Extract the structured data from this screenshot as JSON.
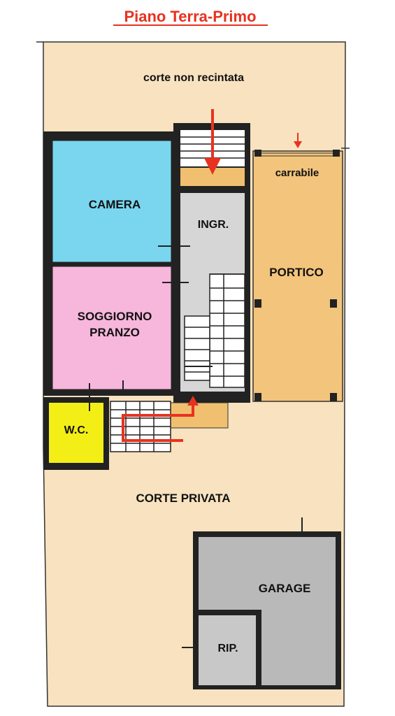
{
  "title": "Piano Terra-Primo",
  "colors": {
    "courtyard": "#f8e2bf",
    "camera": "#7ad6ef",
    "soggiorno": "#f7b6dc",
    "wc": "#f4ee17",
    "portico": "#f2c47c",
    "landing": "#f0c070",
    "circulation": "#d6d6d6",
    "garage": "#b9b9b9",
    "walls": "#222222",
    "arrows": "#e8321f"
  },
  "labels": {
    "corte_non_recintata": "corte non recintata",
    "carrabile": "carrabile",
    "camera": "CAMERA",
    "ingresso": "INGR.",
    "portico": "PORTICO",
    "soggiorno_line1": "SOGGIORNO",
    "soggiorno_line2": "PRANZO",
    "wc": "W.C.",
    "corte_privata": "CORTE PRIVATA",
    "garage": "GARAGE",
    "ripostiglio": "RIP."
  }
}
